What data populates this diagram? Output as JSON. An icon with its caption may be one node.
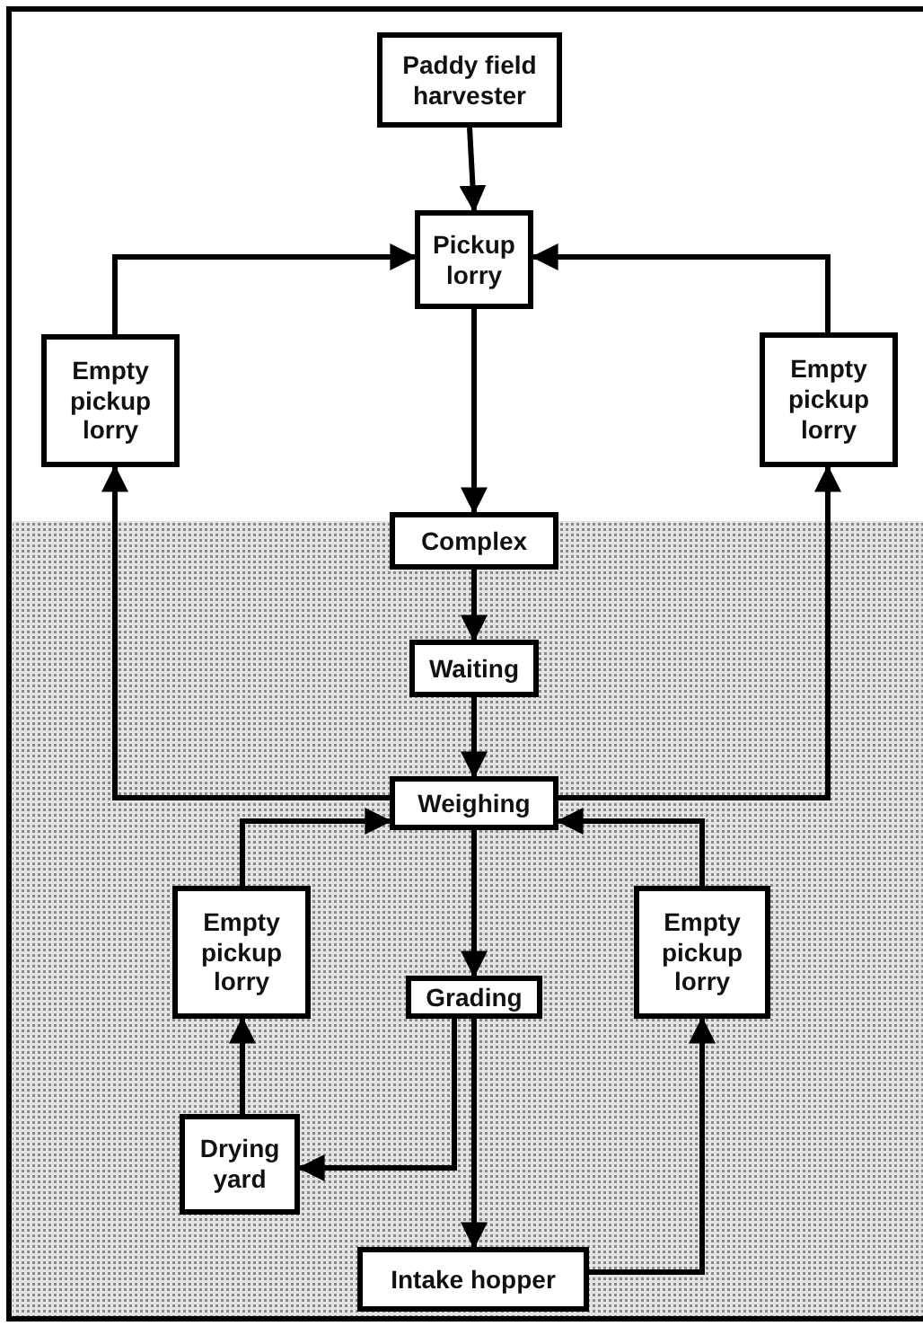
{
  "diagram": {
    "nodes": [
      {
        "text": [
          "Paddy field harvester"
        ]
      },
      {
        "text": [
          "Pickup lorry"
        ]
      },
      {
        "text": [
          "Empty pickup lorry"
        ]
      },
      {
        "text": [
          "Empty pickup lorry"
        ]
      },
      {
        "text": [
          "Complex"
        ]
      },
      {
        "text": [
          "Waiting"
        ]
      },
      {
        "text": [
          "Weighing"
        ]
      },
      {
        "text": [
          "Empty pickup lorry"
        ]
      },
      {
        "text": [
          "Grading"
        ]
      },
      {
        "text": [
          "Empty pickup lorry"
        ]
      },
      {
        "text": [
          "Drying yard"
        ]
      },
      {
        "text": [
          "Intake hopper"
        ]
      }
    ],
    "edges": [
      {
        "from": 0,
        "to": 1,
        "arrow": "to"
      },
      {
        "from": 2,
        "to": 1,
        "arrow": "to"
      },
      {
        "from": 3,
        "to": 1,
        "arrow": "to"
      },
      {
        "from": 1,
        "to": 4,
        "arrow": "to"
      },
      {
        "from": 4,
        "to": 5,
        "arrow": "to"
      },
      {
        "from": 5,
        "to": 6,
        "arrow": "to"
      },
      {
        "from": 6,
        "to": 2,
        "arrow": "to"
      },
      {
        "from": 6,
        "to": 3,
        "arrow": "to"
      },
      {
        "from": 7,
        "to": 6,
        "arrow": "to"
      },
      {
        "from": 9,
        "to": 6,
        "arrow": "to"
      },
      {
        "from": 6,
        "to": 8,
        "arrow": "to"
      },
      {
        "from": 8,
        "to": 10,
        "arrow": "to"
      },
      {
        "from": 8,
        "to": 11,
        "arrow": "to"
      },
      {
        "from": 10,
        "to": 7,
        "arrow": "to"
      },
      {
        "from": 11,
        "to": 9,
        "arrow": "to"
      }
    ]
  }
}
